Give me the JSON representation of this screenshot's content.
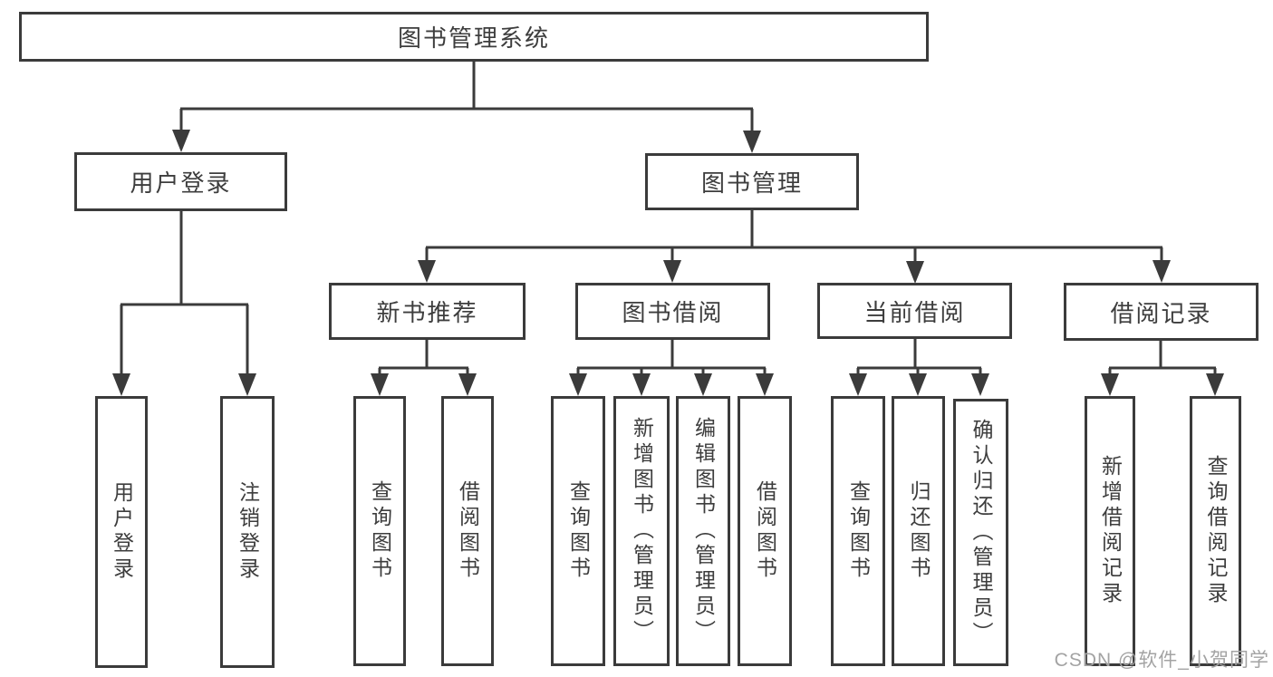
{
  "root": {
    "label": "图书管理系统"
  },
  "login_branch": {
    "label": "用户登录",
    "children": [
      {
        "label": "用户登录"
      },
      {
        "label": "注销登录"
      }
    ]
  },
  "mgmt_branch": {
    "label": "图书管理",
    "sections": [
      {
        "label": "新书推荐",
        "children": [
          {
            "label": "查询图书"
          },
          {
            "label": "借阅图书"
          }
        ]
      },
      {
        "label": "图书借阅",
        "children": [
          {
            "label": "查询图书"
          },
          {
            "label": "新增图书（管理员）"
          },
          {
            "label": "编辑图书（管理员）"
          },
          {
            "label": "借阅图书"
          }
        ]
      },
      {
        "label": "当前借阅",
        "children": [
          {
            "label": "查询图书"
          },
          {
            "label": "归还图书"
          },
          {
            "label": "确认归还（管理员）"
          }
        ]
      },
      {
        "label": "借阅记录",
        "children": [
          {
            "label": "新增借阅记录"
          },
          {
            "label": "查询借阅记录"
          }
        ]
      }
    ]
  },
  "watermark": {
    "text": "CSDN @软件_小贺同学"
  },
  "colors": {
    "line": "#3b3b3b",
    "text": "#3d3d3d",
    "box_background": "#ffffff",
    "page_background": "#ffffff",
    "watermark": "#a3a3a3"
  }
}
